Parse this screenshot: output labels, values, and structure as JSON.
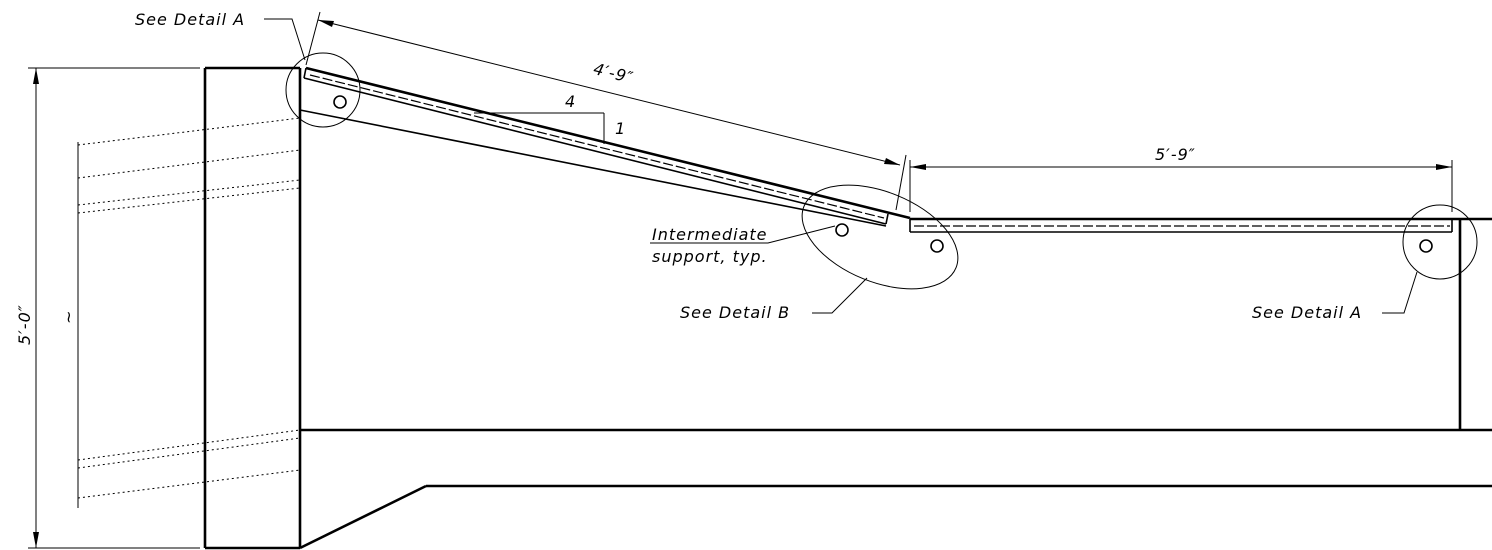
{
  "labels": {
    "detail_a_top": "See Detail A",
    "detail_a_right": "See Detail A",
    "detail_b": "See Detail B",
    "intermediate_line1": "Intermediate",
    "intermediate_line2": "support, typ.",
    "dim_slope_length": "4′-9″",
    "dim_flat_length": "5′-9″",
    "dim_height": "5′-0″",
    "slope_run": "4",
    "slope_rise": "1",
    "break_symbol": "~"
  }
}
